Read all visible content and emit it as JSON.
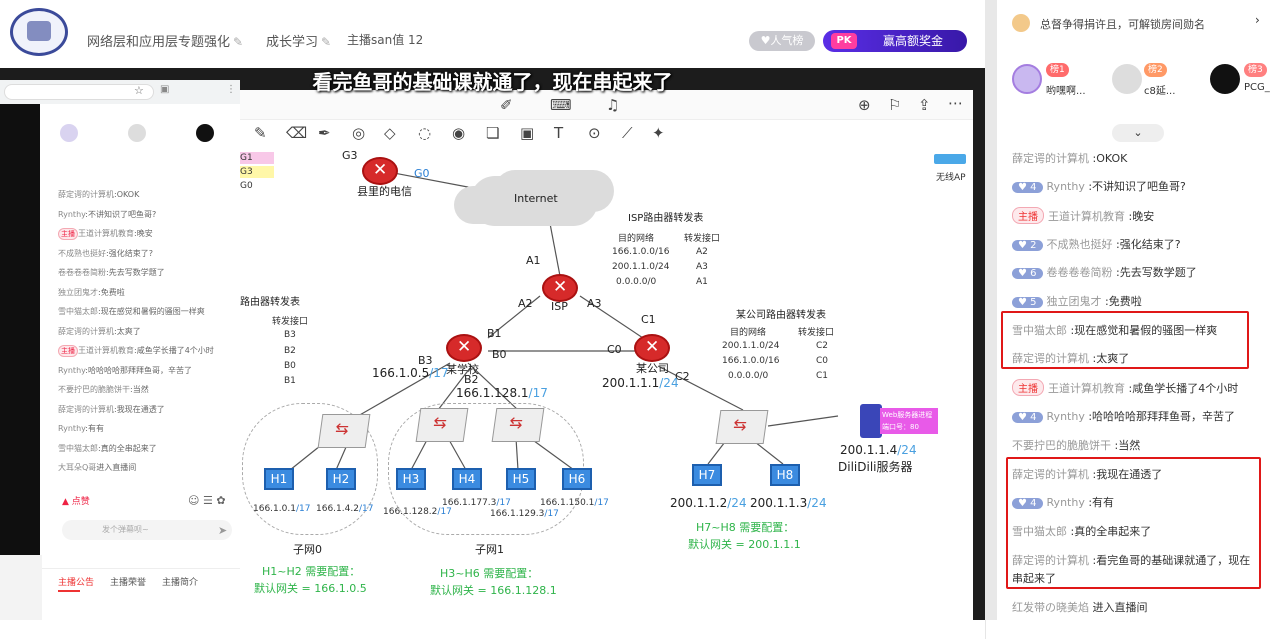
{
  "header": {
    "title": "网络层和应用层专题强化",
    "category": "成长学习",
    "host_label": "主播san值",
    "host_value": "12",
    "popularity": "人气榜",
    "pk_badge": "PK",
    "prize": "赢高额奖金"
  },
  "video": {
    "subtitle": "看完鱼哥的基础课就通了，现在串起来了"
  },
  "browser_panel": {
    "rows": [
      {
        "user": "薛定谔的计算机",
        "msg": ":OKOK"
      },
      {
        "user": "Rynthy",
        "msg": ":不讲知识了吧鱼哥?"
      },
      {
        "user": "王道计算机教育",
        "msg": ":晚安",
        "anchor": "主播"
      },
      {
        "user": "不成熟也挺好",
        "msg": ":强化结束了?"
      },
      {
        "user": "卷卷卷卷简粉",
        "msg": ":先去写数学题了"
      },
      {
        "user": "独立团鬼才",
        "msg": ":免费啦"
      },
      {
        "user": "雪中猫太郎",
        "msg": ":现在感觉和暑假的骚图一样爽"
      },
      {
        "user": "薛定谔的计算机",
        "msg": ":太爽了"
      },
      {
        "user": "王道计算机教育",
        "msg": ":咸鱼学长播了4个小时",
        "anchor": "主播"
      },
      {
        "user": "Rynthy",
        "msg": ":哈哈哈哈那拜拜鱼哥，辛苦了"
      },
      {
        "user": "不要拧巴的脆脆饼干",
        "msg": ":当然"
      },
      {
        "user": "薛定谔的计算机",
        "msg": ":我现在通透了"
      },
      {
        "user": "Rynthy",
        "msg": ":有有"
      },
      {
        "user": "雪中猫太郎",
        "msg": ":真的全串起来了"
      },
      {
        "user": "大耳朵Q哥",
        "msg": "进入直播间"
      }
    ],
    "like": "点赞",
    "danmu_placeholder": "发个弹幕呗~",
    "tabs": [
      "主播公告",
      "主播荣誉",
      "主播简介"
    ]
  },
  "diagram": {
    "legend": [
      "G1",
      "G3",
      "G0"
    ],
    "telecom_router": "县里的电信",
    "telecom_ports": [
      "G3",
      "G0"
    ],
    "internet": "Internet",
    "wifi": "无线AP",
    "isp_title": "ISP路由器转发表",
    "isp_headers": [
      "目的网络",
      "转发接口"
    ],
    "isp_rows": [
      [
        "166.1.0.0/16",
        "A2"
      ],
      [
        "200.1.1.0/24",
        "A3"
      ],
      [
        "0.0.0.0/0",
        "A1"
      ]
    ],
    "isp": "ISP",
    "isp_ports": {
      "a1": "A1",
      "a2": "A2",
      "a3": "A3"
    },
    "school_title": "路由器转发表",
    "school_header": "转发接口",
    "school_rows": [
      "B3",
      "B2",
      "B0",
      "B1"
    ],
    "school": "某学校",
    "school_ports": {
      "b1": "B1",
      "b0": "B0",
      "b3": "B3",
      "b2": "B2"
    },
    "company_title": "某公司路由器转发表",
    "company_headers": [
      "目的网络",
      "转发接口"
    ],
    "company_rows": [
      [
        "200.1.1.0/24",
        "C2"
      ],
      [
        "166.1.0.0/16",
        "C0"
      ],
      [
        "0.0.0.0/0",
        "C1"
      ]
    ],
    "company": "某公司",
    "company_ports": {
      "c1": "C1",
      "c0": "C0",
      "c2": "C2"
    },
    "ips": {
      "school_b3": {
        "a": "166.1.0.5",
        "m": "/17"
      },
      "school_b2": {
        "a": "166.1.128.1",
        "m": "/17"
      },
      "company_c0": {
        "a": "200.1.1.1",
        "m": "/24"
      },
      "h7": {
        "a": "200.1.1.2",
        "m": "/24"
      },
      "h8": {
        "a": "200.1.1.3",
        "m": "/24"
      },
      "server": {
        "a": "200.1.1.4",
        "m": "/24"
      }
    },
    "server_label": "DiliDili服务器",
    "server_note": [
      "Web服务器进程",
      "端口号：80"
    ],
    "hosts": [
      "H1",
      "H2",
      "H3",
      "H4",
      "H5",
      "H6",
      "H7",
      "H8"
    ],
    "host_ips": [
      {
        "a": "166.1.0.1",
        "m": "/17"
      },
      {
        "a": "166.1.4.2",
        "m": "/17"
      },
      {
        "a": "166.1.128.2",
        "m": "/17"
      },
      {
        "a": "166.1.177.3",
        "m": "/17"
      },
      {
        "a": "166.1.129.3",
        "m": "/17"
      },
      {
        "a": "166.1.150.1",
        "m": "/17"
      }
    ],
    "subnet0": "子网0",
    "subnet1": "子网1",
    "cfg_h1h2": [
      "H1~H2 需要配置：",
      "默认网关 = 166.1.0.5"
    ],
    "cfg_h3h6": [
      "H3~H6 需要配置：",
      "默认网关 = 166.1.128.1"
    ],
    "cfg_h7h8": [
      "H7~H8 需要配置：",
      "默认网关 = 200.1.1.1"
    ]
  },
  "chat": {
    "top_notice": "总督争得捐许且，可解锁房间勋名",
    "ranks": [
      {
        "badge": "榜1",
        "name": "哟嘿啊..."
      },
      {
        "badge": "榜2",
        "name": "c8延..."
      },
      {
        "badge": "榜3",
        "name": "PCG_"
      }
    ],
    "messages": [
      {
        "user": "薛定谔的计算机",
        "msg": " :OKOK"
      },
      {
        "level": "4",
        "user": "Rynthy",
        "msg": " :不讲知识了吧鱼哥?"
      },
      {
        "anchor": "主播",
        "user": "王道计算机教育",
        "msg": " :晚安"
      },
      {
        "level": "2",
        "user": "不成熟也挺好",
        "msg": " :强化结束了?"
      },
      {
        "level": "6",
        "user": "卷卷卷卷简粉",
        "msg": " :先去写数学题了"
      },
      {
        "level": "5",
        "user": "独立团鬼才",
        "msg": " :免费啦"
      },
      {
        "user": "雪中猫太郎",
        "msg": " :现在感觉和暑假的骚图一样爽"
      },
      {
        "user": "薛定谔的计算机",
        "msg": " :太爽了"
      },
      {
        "anchor": "主播",
        "user": "王道计算机教育",
        "msg": " :咸鱼学长播了4个小时"
      },
      {
        "level": "4",
        "user": "Rynthy",
        "msg": " :哈哈哈哈那拜拜鱼哥，辛苦了"
      },
      {
        "user": "不要拧巴的脆脆饼干",
        "msg": " :当然"
      },
      {
        "user": "薛定谔的计算机",
        "msg": " :我现在通透了"
      },
      {
        "level": "4",
        "user": "Rynthy",
        "msg": " :有有"
      },
      {
        "user": "雪中猫太郎",
        "msg": " :真的全串起来了"
      },
      {
        "user": "薛定谔的计算机",
        "msg": " :看完鱼哥的基础课就通了，现在"
      },
      {
        "user": "",
        "msg": "串起来了"
      },
      {
        "user": "红发带の晓美焰",
        "msg": " 进入直播间"
      }
    ]
  },
  "colors": {
    "accent": "#5a2ee6",
    "highlight": "#e01818",
    "router": "#d62a2a",
    "host": "#3b8be0",
    "config": "#2fb44a"
  }
}
